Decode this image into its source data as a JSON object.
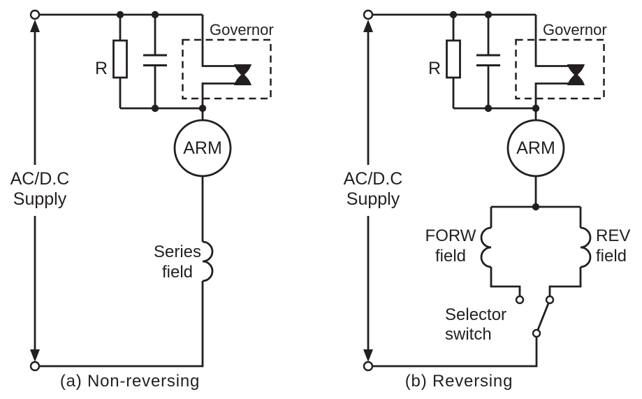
{
  "colors": {
    "ink": "#231f20",
    "paper": "#ffffff"
  },
  "diagram_a": {
    "caption": "(a) Non-reversing",
    "supply_line1": "AC/D.C",
    "supply_line2": "Supply",
    "resistor": "R",
    "governor": "Governor",
    "armature": "ARM",
    "series_field_line1": "Series",
    "series_field_line2": "field"
  },
  "diagram_b": {
    "caption": "(b) Reversing",
    "supply_line1": "AC/D.C",
    "supply_line2": "Supply",
    "resistor": "R",
    "governor": "Governor",
    "armature": "ARM",
    "forward_field_line1": "FORW",
    "forward_field_line2": "field",
    "reverse_field_line1": "REV",
    "reverse_field_line2": "field",
    "selector_switch_line1": "Selector",
    "selector_switch_line2": "switch"
  }
}
